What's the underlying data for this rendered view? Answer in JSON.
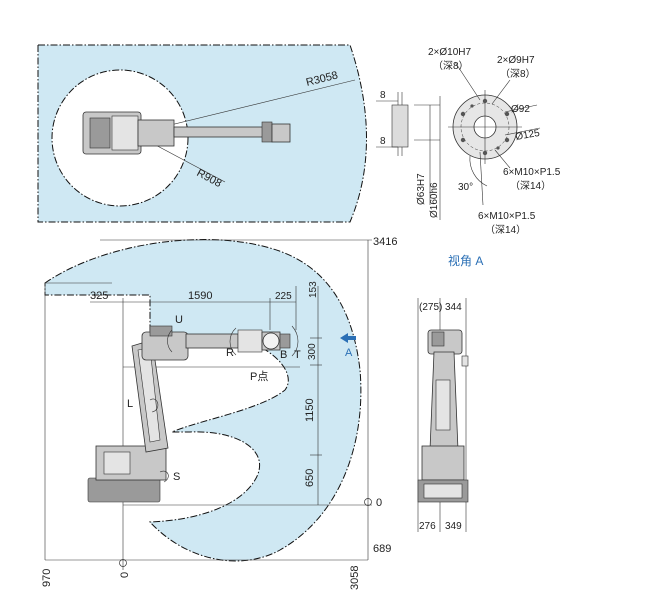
{
  "top_view": {
    "radius_outer": "R3058",
    "radius_inner": "R908"
  },
  "flange": {
    "hole_a": "2×Ø10H7",
    "hole_a_depth": "（深8）",
    "hole_b": "2×Ø9H7",
    "hole_b_depth": "（深8）",
    "dim_8_top": "8",
    "dim_8_bottom": "8",
    "dia_63": "Ø63H7",
    "dia_160": "Ø160h6",
    "dia_92": "Ø92",
    "dia_125": "Ø125",
    "angle": "30°",
    "thread_a": "6×M10×P1.5",
    "thread_a_depth": "（深14）",
    "thread_b": "6×M10×P1.5",
    "thread_b_depth": "（深14）",
    "caption": "视角 A"
  },
  "side_view": {
    "dim_3416": "3416",
    "dim_325": "325",
    "dim_1590": "1590",
    "dim_225": "225",
    "dim_153": "153",
    "dim_300": "300",
    "dim_1150": "1150",
    "dim_650": "650",
    "dim_0_right": "0",
    "dim_689": "689",
    "dim_970": "970",
    "dim_0_bottom": "0",
    "dim_3058": "3058",
    "axis_U": "U",
    "axis_R": "R",
    "axis_B": "B",
    "axis_T": "T",
    "axis_L": "L",
    "axis_S": "S",
    "point_label": "P点",
    "arrow_label": "A"
  },
  "front_view": {
    "dim_275": "(275)",
    "dim_344": "344",
    "dim_276": "276",
    "dim_349": "349"
  },
  "colors": {
    "envelope": "#cfe8f3",
    "accent_blue": "#2a6fb5"
  }
}
